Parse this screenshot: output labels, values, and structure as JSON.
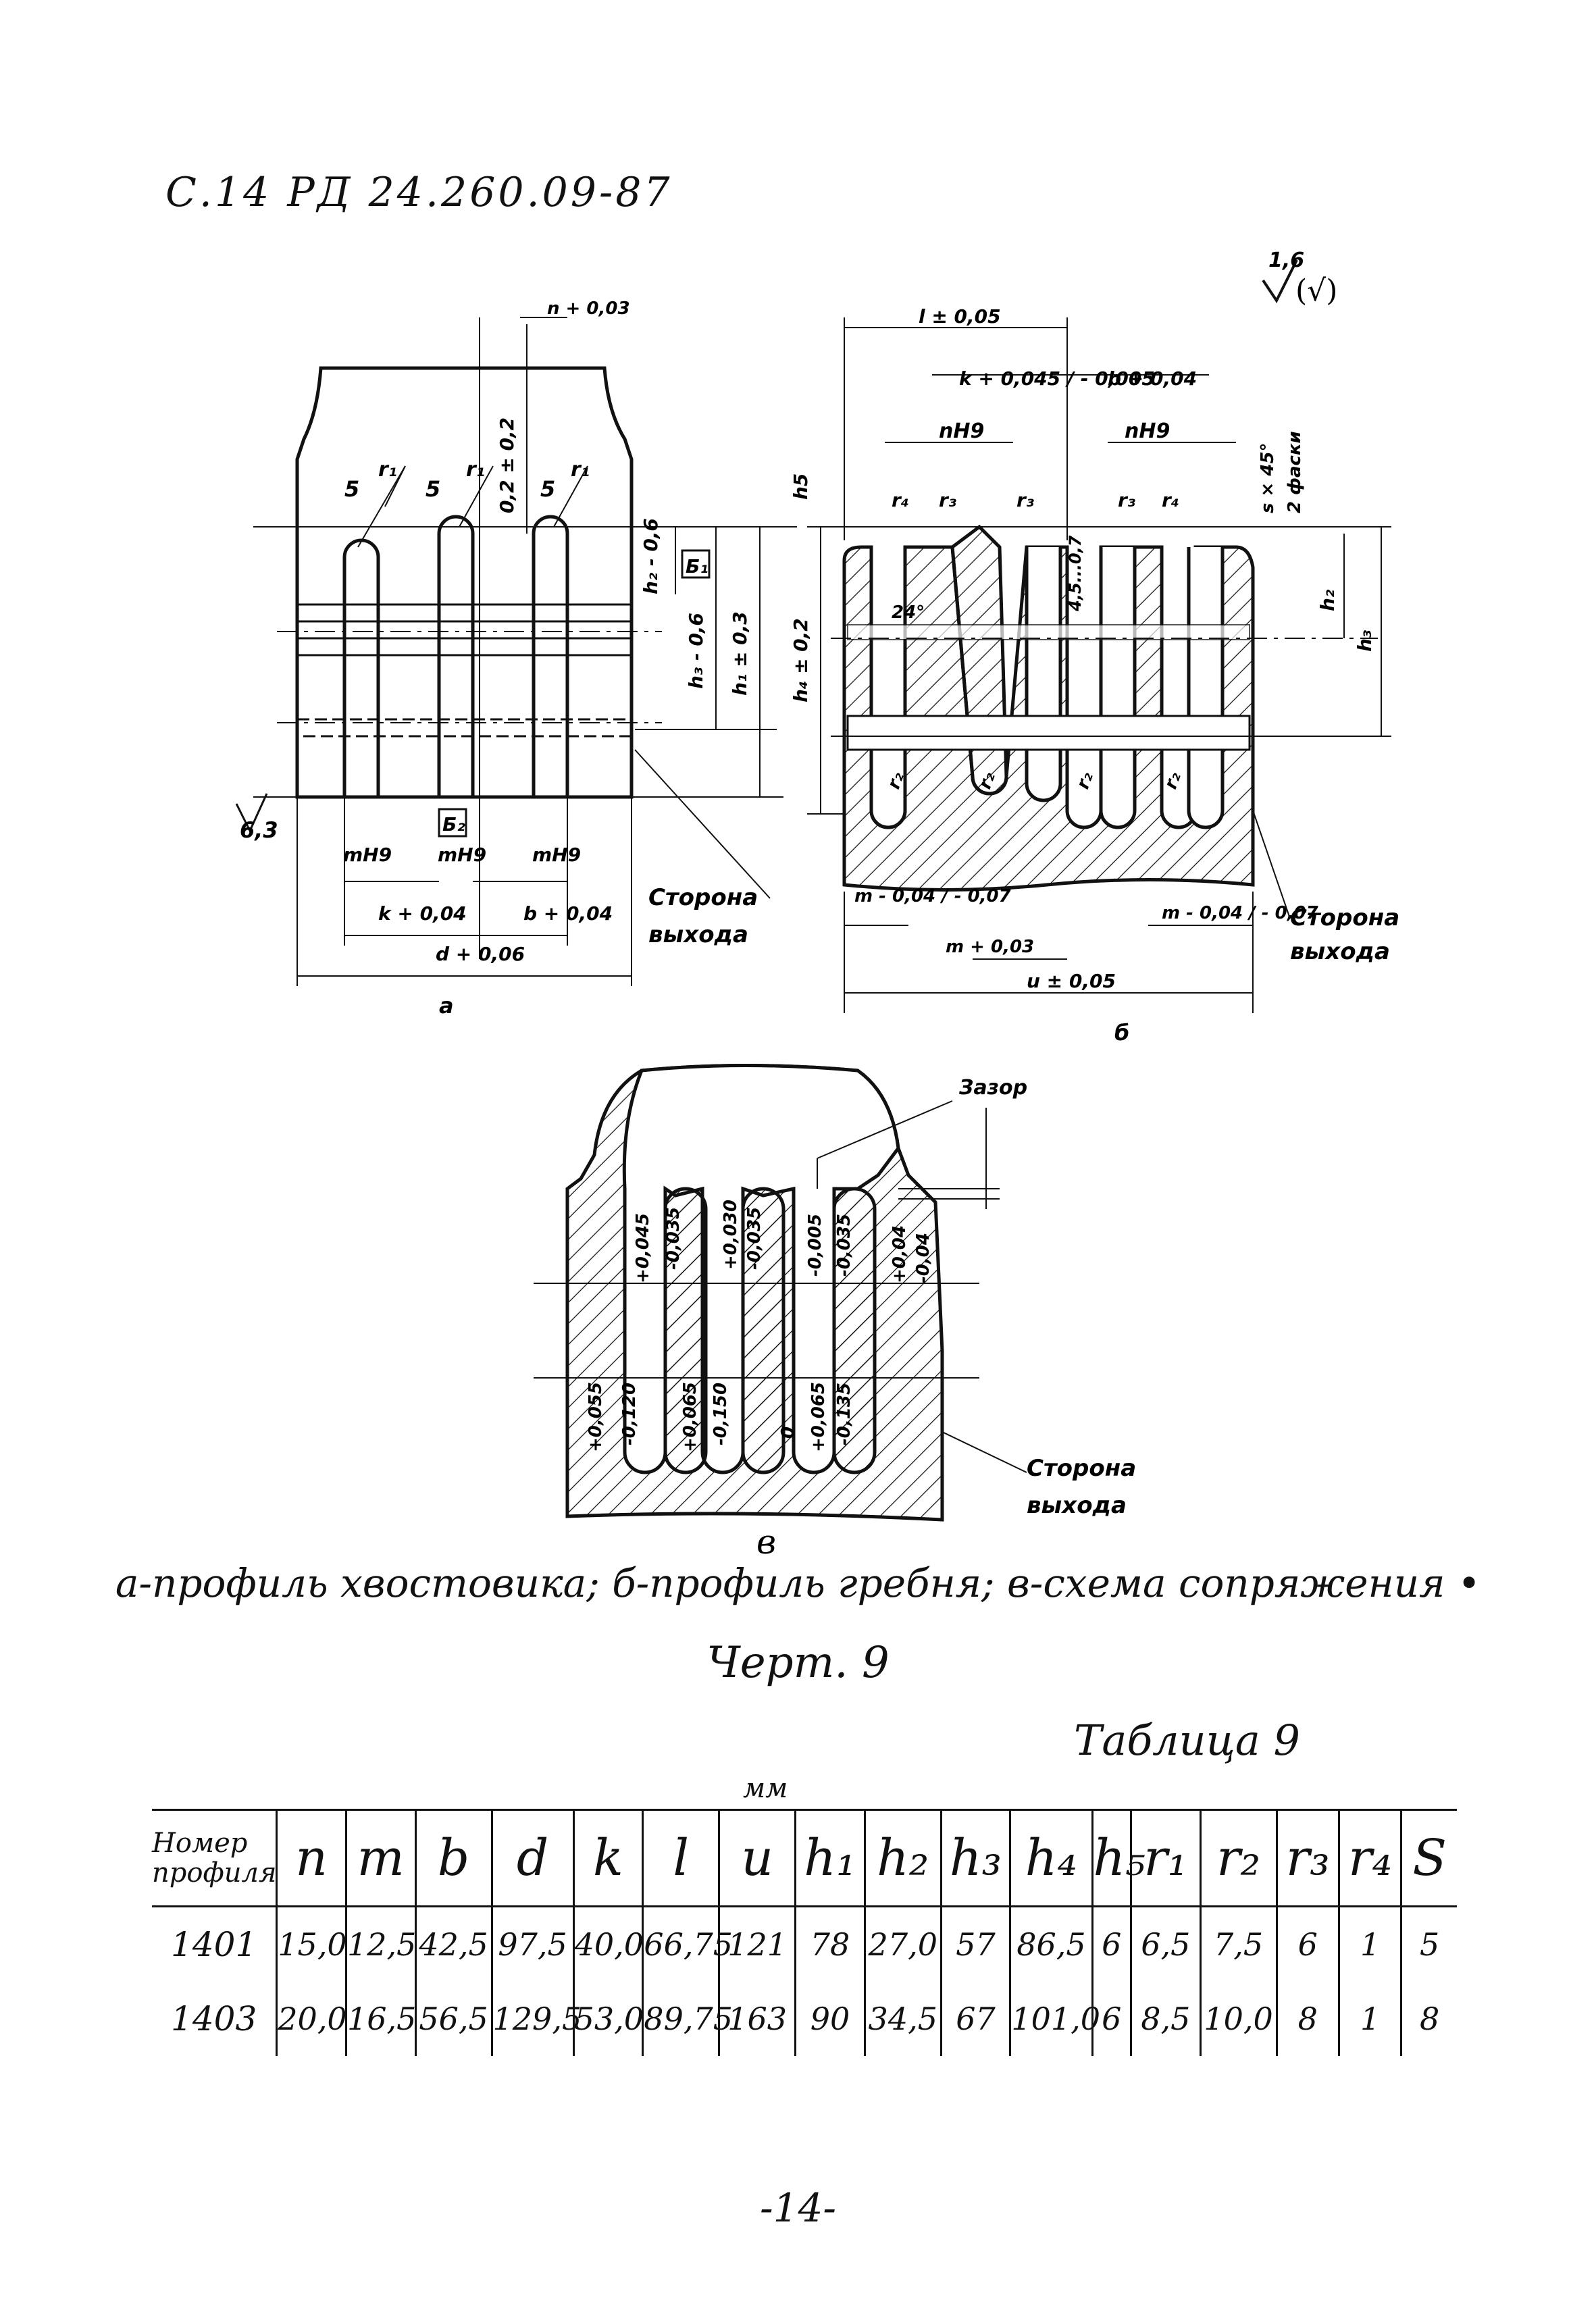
{
  "header": {
    "doc_ref": "С.14  РД 24.260.09-87"
  },
  "drawing": {
    "roughness_top": "1,6",
    "roughness_left": "6,3",
    "fig_a": {
      "dim_n": "n + 0,03",
      "dim_02": "0,2 ± 0,2",
      "dim_h2": "h₂ - 0,6",
      "dim_h3": "h₃ - 0,6",
      "dim_h1": "h₁ ± 0,3",
      "base_b1": "Б₁",
      "base_b2": "Б₂",
      "rough_5": "5",
      "radius_r1": "r₁",
      "slot_label": "mH9",
      "dim_k": "k + 0,04",
      "dim_b": "b + 0,04",
      "dim_d": "d + 0,06",
      "exit_side_1": "Сторона",
      "exit_side_2": "выхода",
      "letter": "а"
    },
    "fig_b": {
      "dim_l": "l ± 0,05",
      "dim_k": "k + 0,045 / - 0,005",
      "dim_b": "b + 0,04",
      "slot_label": "nH9",
      "chamfer": "s × 45°",
      "chamfer_note": "2 фаски",
      "dim_h5": "h5",
      "dim_h4": "h₄ ± 0,2",
      "dim_h2": "h₂",
      "dim_h3": "h₃",
      "r4": "r₄",
      "r3": "r₃",
      "r2": "r₂",
      "angle": "24°",
      "dim_gap": "4,5...0,7",
      "dim_m_left": "m - 0,04 / - 0,07",
      "dim_m_mid": "m + 0,03",
      "dim_m_right": "m - 0,04 / - 0,07",
      "dim_u": "u ± 0,05",
      "exit_side_1": "Сторона",
      "exit_side_2": "выхода",
      "letter": "б"
    },
    "fig_v": {
      "gap_label": "Зазор",
      "tol_1": "+0,045",
      "tol_2": "-0,035",
      "tol_3": "+0,030",
      "tol_4": "-0,035",
      "tol_5": "-0,005",
      "tol_6": "-0,035",
      "tol_7": "+0,04",
      "tol_8": "-0,04",
      "tol_9": "+0,055",
      "tol_10": "-0,120",
      "tol_11": "+0,065",
      "tol_12": "-0,150",
      "tol_13": "0",
      "tol_14": "+0,065",
      "tol_15": "-0,135",
      "exit_side_1": "Сторона",
      "exit_side_2": "выхода",
      "letter": "в"
    }
  },
  "caption": "а-профиль хвостовика; б-профиль гребня; в-схема сопряжения •",
  "drawing_number": "Черт. 9",
  "table": {
    "title": "Таблица 9",
    "units": "мм",
    "headers": [
      "Номер профиля",
      "n",
      "m",
      "b",
      "d",
      "k",
      "l",
      "u",
      "h₁",
      "h₂",
      "h₃",
      "h₄",
      "h₅",
      "r₁",
      "r₂",
      "r₃",
      "r₄",
      "S"
    ],
    "rows": [
      [
        "1401",
        "15,0",
        "12,5",
        "42,5",
        "97,5",
        "40,0",
        "66,75",
        "121",
        "78",
        "27,0",
        "57",
        "86,5",
        "6",
        "6,5",
        "7,5",
        "6",
        "1",
        "5"
      ],
      [
        "1403",
        "20,0",
        "16,5",
        "56,5",
        "129,5",
        "53,0",
        "89,75",
        "163",
        "90",
        "34,5",
        "67",
        "101,0",
        "6",
        "8,5",
        "10,0",
        "8",
        "1",
        "8"
      ]
    ]
  },
  "page_number": "-14-"
}
